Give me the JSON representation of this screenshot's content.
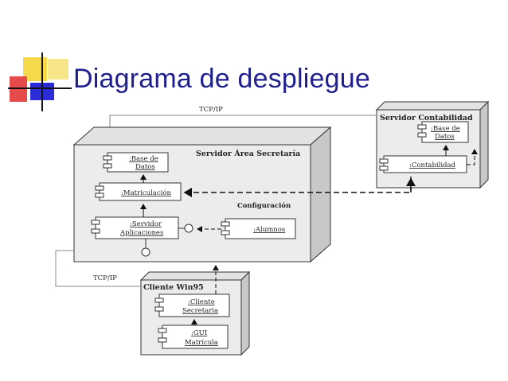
{
  "slide": {
    "title": "Diagrama de despliegue"
  },
  "diagram": {
    "links": {
      "top": "TCP/IP",
      "left": "TCP/IP"
    },
    "nodes": {
      "contabilidad": {
        "name": "Servidor Contabilidad",
        "components": [
          ":Base de",
          "Datos",
          ":Contabilidad"
        ]
      },
      "secretaria": {
        "name": "Servidor Área Secretaría",
        "config": "Configuración"
      },
      "cliente": {
        "name": "Cliente Win95"
      }
    },
    "components": {
      "base_datos_1": ":Base de",
      "base_datos_2": "Datos",
      "matriculacion": ":Matriculación",
      "servidor_1": ":Servidor",
      "servidor_2": "Aplicaciones",
      "alumnos": ":Alumnos",
      "cliente_sec_1": ":Cliente",
      "cliente_sec_2": "Secretaria",
      "gui_1": ":GUI",
      "gui_2": "Matrícula"
    }
  }
}
